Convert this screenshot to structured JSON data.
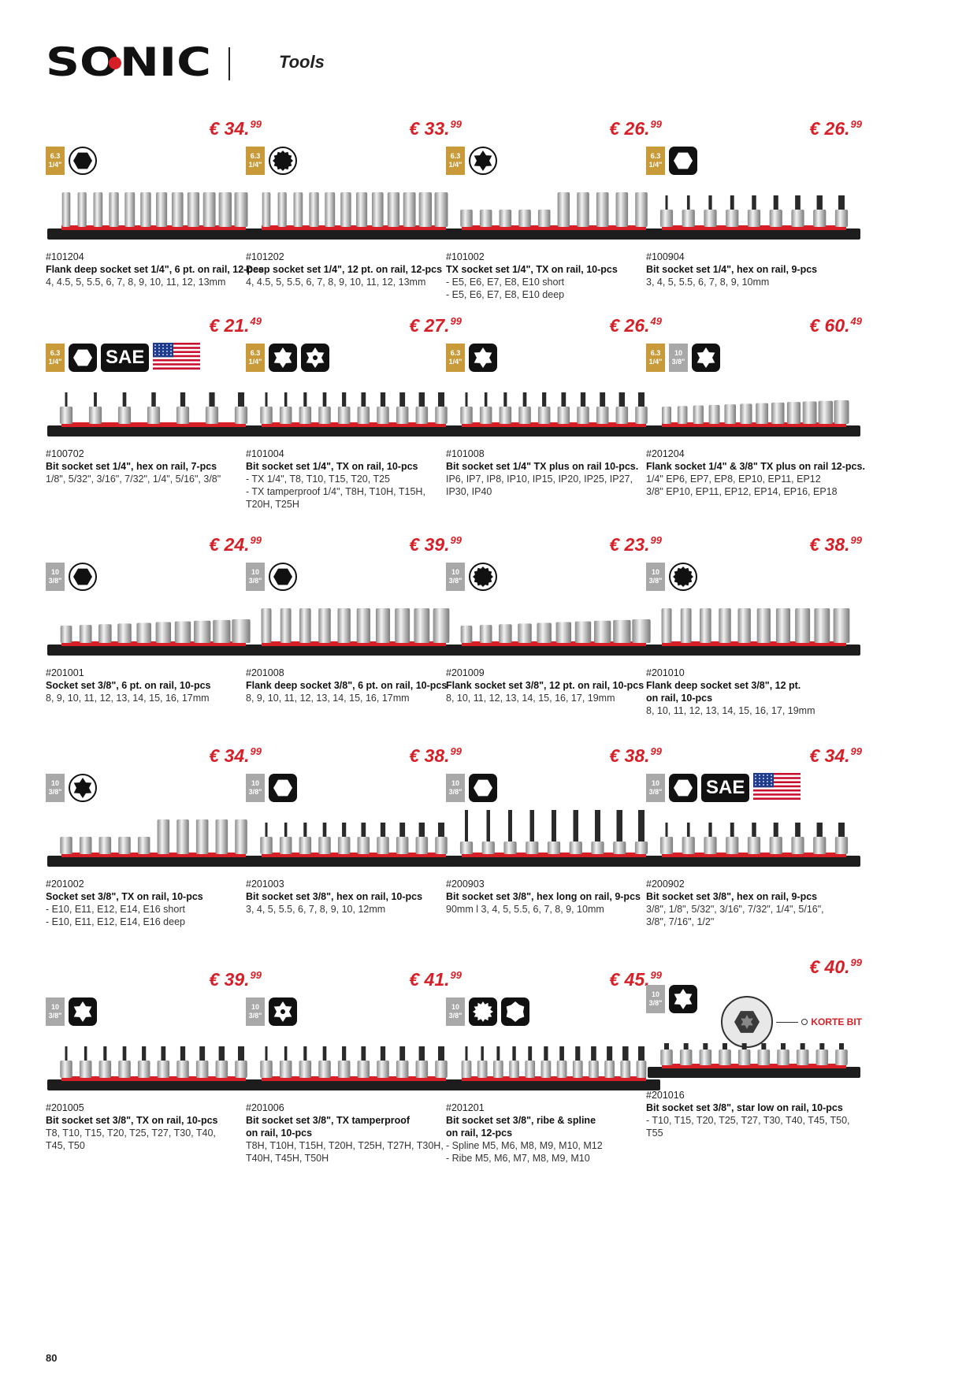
{
  "header": {
    "brand": "SONIC",
    "section": "Tools"
  },
  "page_number": "80",
  "colors": {
    "price": "#d61f26",
    "drive_quarter": "#c99a3a",
    "drive_3_8": "#a8a8a8",
    "rail": "#1d1d1d",
    "rail_accent": "#d61f26"
  },
  "products": [
    {
      "price_main": "€ 34.",
      "price_cents": "99",
      "drives": [
        [
          "6.3",
          "1/4\""
        ]
      ],
      "symbols": [
        "hex-socket-icon"
      ],
      "sku": "#101204",
      "name": "Flank deep socket set 1/4\", 6 pt. on rail, 12-pcs",
      "spec": [
        "4, 4.5, 5, 5.5, 6, 7, 8, 9, 10, 11, 12, 13mm"
      ],
      "image": "deep-sockets",
      "count": 12
    },
    {
      "price_main": "€ 33.",
      "price_cents": "99",
      "drives": [
        [
          "6.3",
          "1/4\""
        ]
      ],
      "symbols": [
        "12pt-socket-icon"
      ],
      "sku": "#101202",
      "name": "Deep socket set 1/4\", 12 pt. on rail, 12-pcs",
      "spec": [
        "4, 4.5, 5, 5.5, 6, 7, 8, 9, 10, 11, 12, 13mm"
      ],
      "image": "deep-sockets",
      "count": 12
    },
    {
      "price_main": "€ 26.",
      "price_cents": "99",
      "drives": [
        [
          "6.3",
          "1/4\""
        ]
      ],
      "symbols": [
        "torx-socket-icon"
      ],
      "sku": "#101002",
      "name": "TX socket set 1/4\", TX on rail, 10-pcs",
      "spec": [
        "- E5, E6, E7, E8, E10 short",
        "- E5, E6, E7, E8, E10 deep"
      ],
      "image": "mixed-sockets",
      "count": 10
    },
    {
      "price_main": "€ 26.",
      "price_cents": "99",
      "drives": [
        [
          "6.3",
          "1/4\""
        ]
      ],
      "symbols": [
        "hex-bit-icon"
      ],
      "sku": "#100904",
      "name": "Bit socket set 1/4\", hex on rail, 9-pcs",
      "spec": [
        "3, 4, 5, 5.5, 6, 7, 8, 9, 10mm"
      ],
      "image": "bit-sockets",
      "count": 9
    },
    {
      "price_main": "€ 21.",
      "price_cents": "49",
      "drives": [
        [
          "6.3",
          "1/4\""
        ]
      ],
      "symbols": [
        "hex-bit-icon"
      ],
      "sae": "SAE",
      "flag": true,
      "sku": "#100702",
      "name": "Bit socket set 1/4\", hex on rail, 7-pcs",
      "spec": [
        "1/8\", 5/32\", 3/16\", 7/32\", 1/4\", 5/16\", 3/8\""
      ],
      "image": "bit-sockets",
      "count": 7
    },
    {
      "price_main": "€ 27.",
      "price_cents": "99",
      "drives": [
        [
          "6.3",
          "1/4\""
        ]
      ],
      "symbols": [
        "torx-bit-icon",
        "torx-tamper-icon"
      ],
      "sku": "#101004",
      "name": "Bit socket set 1/4\", TX on rail, 10-pcs",
      "spec": [
        "- TX 1/4\", T8, T10, T15, T20, T25",
        "- TX tamperproof 1/4\", T8H, T10H, T15H,",
        "  T20H, T25H"
      ],
      "image": "bit-sockets",
      "count": 10
    },
    {
      "price_main": "€ 26.",
      "price_cents": "49",
      "drives": [
        [
          "6.3",
          "1/4\""
        ]
      ],
      "symbols": [
        "torx-plus-icon"
      ],
      "sku": "#101008",
      "name": "Bit socket set 1/4\" TX plus on rail 10-pcs.",
      "spec": [
        "IP6, IP7, IP8, IP10, IP15, IP20, IP25, IP27,",
        "IP30, IP40"
      ],
      "image": "bit-sockets",
      "count": 10
    },
    {
      "price_main": "€ 60.",
      "price_cents": "49",
      "drives": [
        [
          "6.3",
          "1/4\""
        ],
        [
          "10",
          "3/8\""
        ]
      ],
      "symbols": [
        "torx-plus-icon"
      ],
      "sku": "#201204",
      "name": "Flank socket 1/4\" & 3/8\" TX plus on rail 12-pcs.",
      "spec": [
        "1/4\" EP6, EP7, EP8, EP10, EP11, EP12",
        "3/8\" EP10, EP11, EP12, EP14, EP16, EP18"
      ],
      "image": "short-sockets",
      "count": 12
    },
    {
      "price_main": "€ 24.",
      "price_cents": "99",
      "drives": [
        [
          "10",
          "3/8\""
        ]
      ],
      "symbols": [
        "hex-socket-icon"
      ],
      "sku": "#201001",
      "name": "Socket set 3/8\", 6 pt. on rail, 10-pcs",
      "spec": [
        "8, 9, 10, 11, 12, 13, 14, 15, 16, 17mm"
      ],
      "image": "short-sockets",
      "count": 10
    },
    {
      "price_main": "€ 39.",
      "price_cents": "99",
      "drives": [
        [
          "10",
          "3/8\""
        ]
      ],
      "symbols": [
        "hex-socket-icon"
      ],
      "sku": "#201008",
      "name": "Flank deep socket 3/8\", 6 pt. on rail, 10-pcs",
      "spec": [
        "8, 9, 10, 11, 12, 13, 14, 15, 16, 17mm"
      ],
      "image": "deep-sockets",
      "count": 10
    },
    {
      "price_main": "€ 23.",
      "price_cents": "99",
      "drives": [
        [
          "10",
          "3/8\""
        ]
      ],
      "symbols": [
        "12pt-socket-icon"
      ],
      "sku": "#201009",
      "name": "Flank socket set 3/8\", 12 pt. on rail, 10-pcs",
      "spec": [
        "8, 10, 11, 12, 13, 14, 15, 16, 17, 19mm"
      ],
      "image": "short-sockets",
      "count": 10
    },
    {
      "price_main": "€ 38.",
      "price_cents": "99",
      "drives": [
        [
          "10",
          "3/8\""
        ]
      ],
      "symbols": [
        "12pt-socket-icon"
      ],
      "sku": "#201010",
      "name": "Flank deep socket set 3/8\", 12 pt.",
      "name2": "on rail, 10-pcs",
      "spec": [
        "8, 10, 11, 12, 13, 14, 15, 16, 17, 19mm"
      ],
      "image": "deep-sockets",
      "count": 10
    },
    {
      "price_main": "€ 34.",
      "price_cents": "99",
      "drives": [
        [
          "10",
          "3/8\""
        ]
      ],
      "symbols": [
        "torx-socket-icon"
      ],
      "sku": "#201002",
      "name": "Socket set 3/8\", TX on rail, 10-pcs",
      "spec": [
        "- E10, E11, E12, E14, E16 short",
        "- E10, E11, E12, E14, E16 deep"
      ],
      "image": "mixed-sockets",
      "count": 10
    },
    {
      "price_main": "€ 38.",
      "price_cents": "99",
      "drives": [
        [
          "10",
          "3/8\""
        ]
      ],
      "symbols": [
        "hex-bit-icon"
      ],
      "sku": "#201003",
      "name": "Bit socket set 3/8\", hex on rail, 10-pcs",
      "spec": [
        "3, 4, 5, 5.5, 6, 7, 8, 9, 10, 12mm"
      ],
      "image": "bit-sockets",
      "count": 10
    },
    {
      "price_main": "€ 38.",
      "price_cents": "99",
      "drives": [
        [
          "10",
          "3/8\""
        ]
      ],
      "symbols": [
        "hex-bit-icon"
      ],
      "sku": "#200903",
      "name": "Bit socket set 3/8\", hex long on rail, 9-pcs",
      "spec": [
        "90mm l 3, 4, 5, 5.5, 6, 7, 8, 9, 10mm"
      ],
      "image": "long-bits",
      "count": 9
    },
    {
      "price_main": "€ 34.",
      "price_cents": "99",
      "drives": [
        [
          "10",
          "3/8\""
        ]
      ],
      "symbols": [
        "hex-bit-icon"
      ],
      "sae": "SAE",
      "flag": true,
      "sku": "#200902",
      "name": "Bit socket set 3/8\", hex on rail, 9-pcs",
      "spec": [
        "3/8\", 1/8\", 5/32\", 3/16\", 7/32\", 1/4\", 5/16\",",
        "3/8\", 7/16\", 1/2\""
      ],
      "image": "bit-sockets",
      "count": 9
    },
    {
      "price_main": "€ 39.",
      "price_cents": "99",
      "drives": [
        [
          "10",
          "3/8\""
        ]
      ],
      "symbols": [
        "torx-bit-icon"
      ],
      "sku": "#201005",
      "name": "Bit socket set 3/8\", TX on rail, 10-pcs",
      "spec": [
        "T8, T10, T15, T20, T25, T27, T30, T40,",
        "T45, T50"
      ],
      "image": "bit-sockets",
      "count": 10
    },
    {
      "price_main": "€ 41.",
      "price_cents": "99",
      "drives": [
        [
          "10",
          "3/8\""
        ]
      ],
      "symbols": [
        "torx-tamper-icon"
      ],
      "sku": "#201006",
      "name": "Bit socket set 3/8\", TX tamperproof",
      "name2": "on rail, 10-pcs",
      "spec": [
        "T8H, T10H, T15H, T20H, T25H, T27H, T30H,",
        "T40H, T45H, T50H"
      ],
      "image": "bit-sockets",
      "count": 10
    },
    {
      "price_main": "€ 45.",
      "price_cents": "99",
      "drives": [
        [
          "10",
          "3/8\""
        ]
      ],
      "symbols": [
        "spline-bit-icon",
        "ribe-bit-icon"
      ],
      "sku": "#201201",
      "name": "Bit socket set 3/8\", ribe & spline",
      "name2": "on rail, 12-pcs",
      "spec": [
        "- Spline M5, M6, M8, M9, M10, M12",
        "- Ribe M5, M6, M7, M8, M9, M10"
      ],
      "image": "bit-sockets",
      "count": 12
    },
    {
      "price_main": "€ 40.",
      "price_cents": "99",
      "drives": [
        [
          "10",
          "3/8\""
        ]
      ],
      "symbols": [
        "torx-bit-icon"
      ],
      "korte": "KORTE BIT",
      "sku": "#201016",
      "name": "Bit socket set 3/8\", star low on rail, 10-pcs",
      "spec": [
        "- T10, T15, T20, T25, T27, T30, T40, T45, T50,",
        "  T55"
      ],
      "image": "low-bits",
      "count": 10
    }
  ]
}
